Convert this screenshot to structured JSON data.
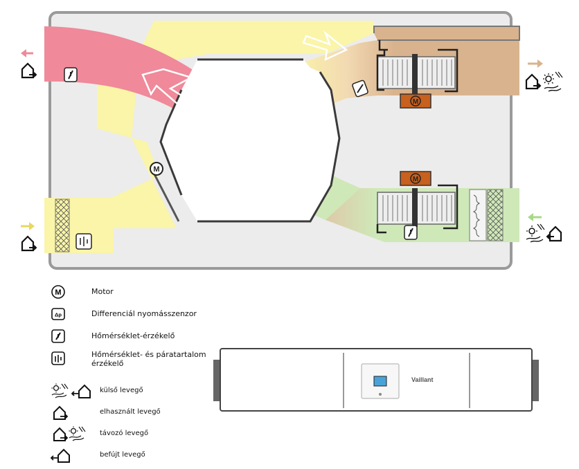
{
  "icons": {
    "motor": "motor-icon",
    "temperature_sensor": "thermometer-icon",
    "temp_humidity_sensor": "temperature-humidity-icon",
    "pressure_sensor": "differential-pressure-icon",
    "house": "house-icon",
    "sun_wind": "sun-wind-icon",
    "arrow": "arrow-icon"
  },
  "colors": {
    "extract_red": "#f0899a",
    "supply_yellow": "#faf5a8",
    "exhaust_brown": "#d9b38e",
    "outdoor_green": "#cfe8b8",
    "motor_orange": "#c8601e",
    "frame_gray": "#9a9a9a",
    "frame_fill": "#ececec"
  },
  "diagram": {
    "motor_symbol": "M",
    "pressure_symbol": "Δp"
  },
  "legend": {
    "items": [
      {
        "key": "motor",
        "label": "Motor"
      },
      {
        "key": "pressure",
        "label": "Differenciál nyomásszenzor"
      },
      {
        "key": "temp",
        "label": "Hőmérséklet-érzékelő"
      },
      {
        "key": "temp_humidity",
        "label_line1": "Hőmérséklet- és páratartalom",
        "label_line2": "érzékelő"
      },
      {
        "key": "outdoor_air",
        "label": "külső levegő"
      },
      {
        "key": "extract_air",
        "label": "elhasznált levegő"
      },
      {
        "key": "exhaust_air",
        "label": "távozó levegő"
      },
      {
        "key": "supply_air",
        "label": "befújt levegő"
      }
    ]
  },
  "device": {
    "brand": "Vaillant"
  }
}
